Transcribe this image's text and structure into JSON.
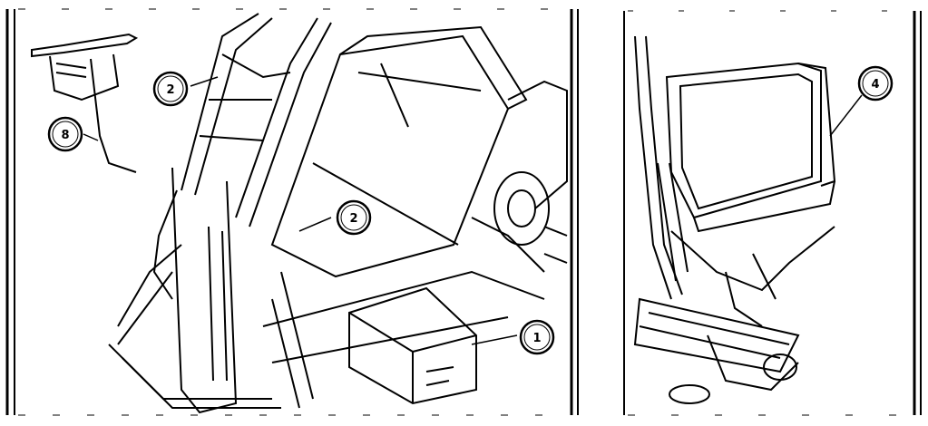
{
  "panels": [
    {
      "callouts": [
        {
          "label": "8"
        },
        {
          "label": "2"
        },
        {
          "label": "2"
        },
        {
          "label": "1"
        }
      ]
    },
    {
      "callouts": [
        {
          "label": "4"
        }
      ]
    }
  ],
  "colors": {
    "line": "#000000",
    "background": "#ffffff"
  }
}
